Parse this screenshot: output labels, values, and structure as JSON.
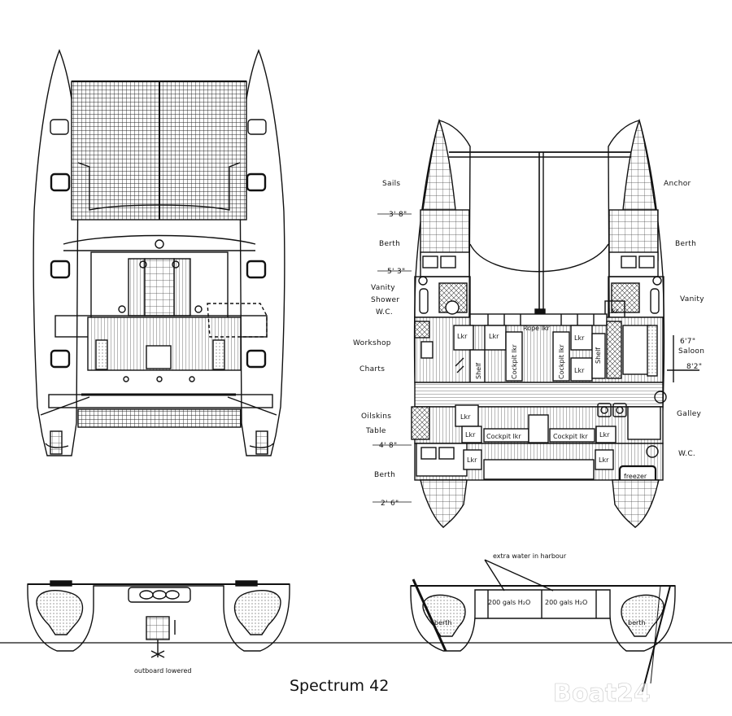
{
  "title": "Spectrum 42",
  "watermark": "Boat24",
  "plan_labels": {
    "left": [
      "Sails",
      "3' 8\"",
      "Berth",
      "5' 3\"",
      "Vanity",
      "Shower",
      "W.C.",
      "Workshop",
      "Charts",
      "Oilskins",
      "Table",
      "4' 8\"",
      "Berth",
      "2' 6\""
    ],
    "right": [
      "Anchor",
      "Berth",
      "Vanity",
      "6'7\"",
      "Saloon",
      "8'2\"",
      "Galley",
      "W.C."
    ]
  },
  "interior_labels": {
    "rope_locker": "Rope lkr",
    "locker": "Lkr",
    "shelf": "Shelf",
    "cockpit_locker": "Cockpit lkr",
    "freezer": "freezer"
  },
  "section_labels": {
    "outboard": "outboard lowered",
    "extra_water": "extra water in harbour",
    "tank_left": "200 gals H₂O",
    "tank_right": "200 gals H₂O",
    "berth_left": "berth",
    "berth_right": "berth"
  }
}
